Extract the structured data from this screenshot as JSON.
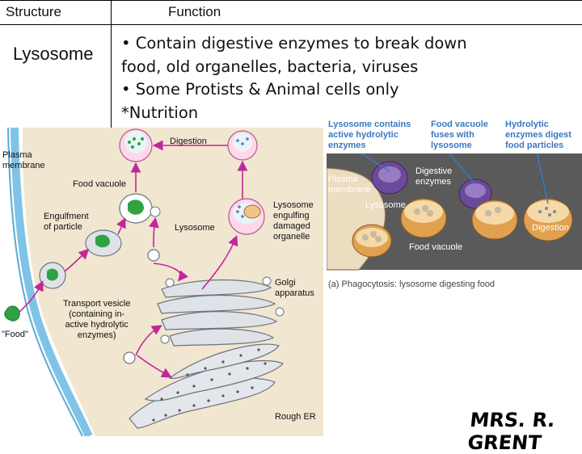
{
  "table": {
    "header_structure": "Structure",
    "header_function": "Function",
    "structure_name": "Lysosome",
    "function_lines": [
      "• Contain digestive enzymes to break down",
      "food, old organelles, bacteria, viruses",
      "• Some Protists & Animal cells only",
      "*Nutrition"
    ]
  },
  "left_figure": {
    "labels": {
      "plasma_membrane": "Plasma\nmembrane",
      "digestion": "Digestion",
      "food_vacuole": "Food vacuole",
      "engulfment": "Engulfment\nof particle",
      "lysosome": "Lysosome",
      "lysosome_engulfing": "Lysosome\nengulfing\ndamaged\norganelle",
      "golgi": "Golgi\napparatus",
      "transport_vesicle": "Transport vesicle\n(containing in-\nactive hydrolytic\nenzymes)",
      "food": "\"Food\"",
      "rough_er": "Rough ER"
    }
  },
  "right_figure": {
    "captions": {
      "lysosome_contains": "Lysosome contains\nactive hydrolytic\nenzymes",
      "food_vacuole_fuses": "Food vacuole\nfuses with\nlysosome",
      "hydrolytic_digest": "Hydrolytic\nenzymes digest\nfood particles"
    },
    "labels": {
      "plasma_membrane": "Plasma\nmembrane",
      "digestive_enzymes": "Digestive\nenzymes",
      "lysosome": "Lysosome",
      "food_vacuole": "Food vacuole",
      "digestion": "Digestion"
    },
    "caption": "(a) Phagocytosis: lysosome digesting food"
  },
  "signature": "MRS. R. GRENT",
  "colors": {
    "caption_blue": "#3a78c2",
    "cytoplasm": "#f1e6d0",
    "membrane": "#7fc3e6",
    "arrow_magenta": "#c2279a",
    "organelle_peach": "#f0c58a"
  }
}
